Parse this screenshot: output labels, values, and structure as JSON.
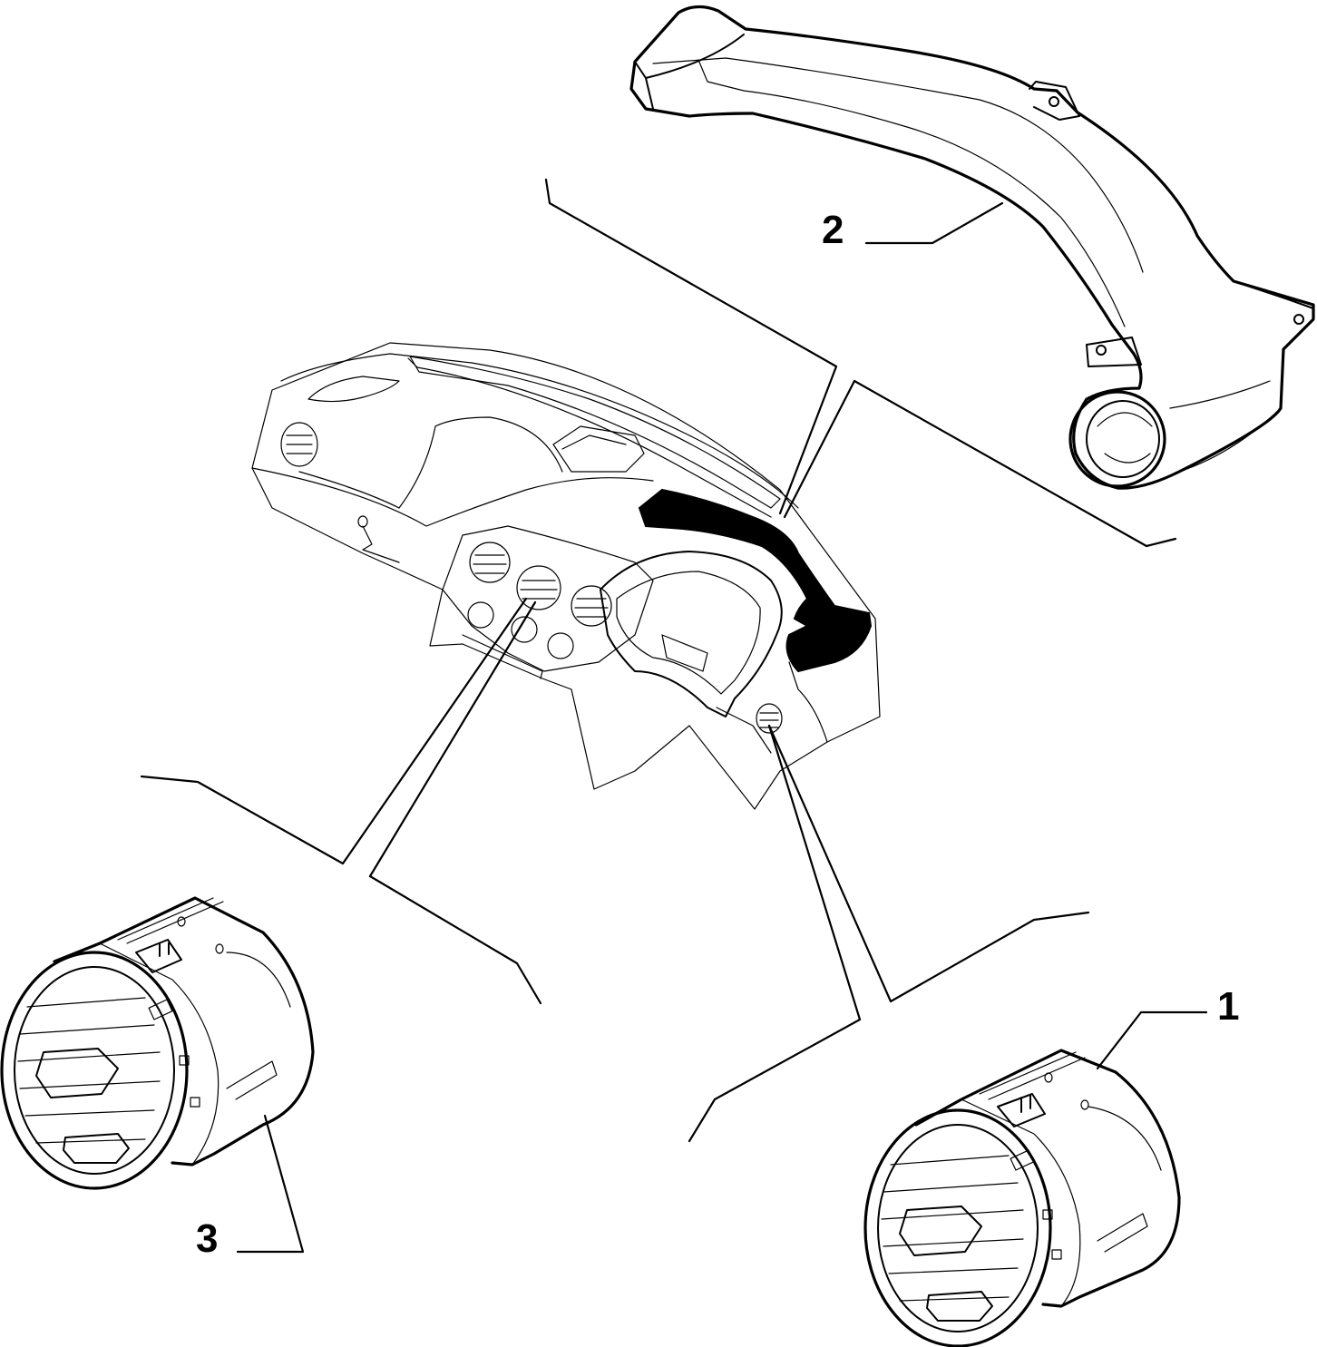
{
  "diagram": {
    "callouts": [
      {
        "id": "1",
        "label": "1"
      },
      {
        "id": "2",
        "label": "2"
      },
      {
        "id": "3",
        "label": "3"
      }
    ]
  },
  "colors": {
    "line": "#000000",
    "background": "#ffffff",
    "highlighted_part": "#000000"
  }
}
